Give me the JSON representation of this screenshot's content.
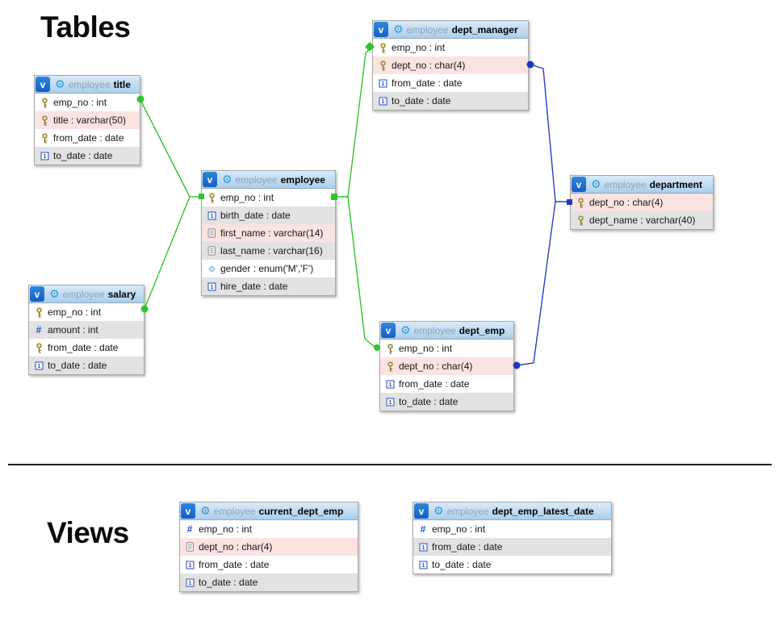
{
  "headings": {
    "tables": "Tables",
    "views": "Views"
  },
  "icons": {
    "badge_v": "v",
    "gear": "⚙",
    "hash": "#",
    "date_one": "1",
    "key_name": "primary-key-icon",
    "date_name": "date-icon",
    "text_name": "text-icon",
    "enum_name": "enum-icon",
    "hash_name": "number-icon"
  },
  "colors": {
    "relationship_green": "#2fc42f",
    "relationship_blue": "#2840c8",
    "badge_blue": "#1b6fd6",
    "header_gradient_top": "#d9ebf9",
    "header_gradient_bottom": "#abceec",
    "row_pink": "#fbe3e1",
    "row_gray": "#e2e2e2",
    "row_white": "#ffffff"
  },
  "tables": [
    {
      "schema": "employee",
      "name": "title",
      "columns": [
        {
          "icon": "key",
          "text": "emp_no : int"
        },
        {
          "icon": "key",
          "text": "title : varchar(50)"
        },
        {
          "icon": "key",
          "text": "from_date : date"
        },
        {
          "icon": "date",
          "text": "to_date : date"
        }
      ]
    },
    {
      "schema": "employee",
      "name": "employee",
      "columns": [
        {
          "icon": "key",
          "text": "emp_no : int"
        },
        {
          "icon": "date",
          "text": "birth_date : date"
        },
        {
          "icon": "text",
          "text": "first_name : varchar(14)"
        },
        {
          "icon": "text",
          "text": "last_name : varchar(16)"
        },
        {
          "icon": "enum",
          "text": "gender : enum('M','F')"
        },
        {
          "icon": "date",
          "text": "hire_date : date"
        }
      ]
    },
    {
      "schema": "employee",
      "name": "salary",
      "columns": [
        {
          "icon": "key",
          "text": "emp_no : int"
        },
        {
          "icon": "hash",
          "text": "amount : int"
        },
        {
          "icon": "key",
          "text": "from_date : date"
        },
        {
          "icon": "date",
          "text": "to_date : date"
        }
      ]
    },
    {
      "schema": "employee",
      "name": "dept_manager",
      "columns": [
        {
          "icon": "key",
          "text": "emp_no : int"
        },
        {
          "icon": "key",
          "text": "dept_no : char(4)"
        },
        {
          "icon": "date",
          "text": "from_date : date"
        },
        {
          "icon": "date",
          "text": "to_date : date"
        }
      ]
    },
    {
      "schema": "employee",
      "name": "dept_emp",
      "columns": [
        {
          "icon": "key",
          "text": "emp_no : int"
        },
        {
          "icon": "key",
          "text": "dept_no : char(4)"
        },
        {
          "icon": "date",
          "text": "from_date : date"
        },
        {
          "icon": "date",
          "text": "to_date : date"
        }
      ]
    },
    {
      "schema": "employee",
      "name": "department",
      "columns": [
        {
          "icon": "key",
          "text": "dept_no : char(4)"
        },
        {
          "icon": "key",
          "text": "dept_name : varchar(40)"
        }
      ]
    }
  ],
  "views": [
    {
      "schema": "employee",
      "name": "current_dept_emp",
      "columns": [
        {
          "icon": "hash",
          "text": "emp_no : int"
        },
        {
          "icon": "text",
          "text": "dept_no : char(4)"
        },
        {
          "icon": "date",
          "text": "from_date : date"
        },
        {
          "icon": "date",
          "text": "to_date : date"
        }
      ]
    },
    {
      "schema": "employee",
      "name": "dept_emp_latest_date",
      "columns": [
        {
          "icon": "hash",
          "text": "emp_no : int"
        },
        {
          "icon": "date",
          "text": "from_date : date"
        },
        {
          "icon": "date",
          "text": "to_date : date"
        }
      ]
    }
  ],
  "relationships": [
    {
      "from": "title.emp_no",
      "to": "employee.emp_no",
      "color": "green"
    },
    {
      "from": "salary.emp_no",
      "to": "employee.emp_no",
      "color": "green"
    },
    {
      "from": "dept_manager.emp_no",
      "to": "employee.emp_no",
      "color": "green"
    },
    {
      "from": "dept_emp.emp_no",
      "to": "employee.emp_no",
      "color": "green"
    },
    {
      "from": "dept_manager.dept_no",
      "to": "department.dept_no",
      "color": "blue"
    },
    {
      "from": "dept_emp.dept_no",
      "to": "department.dept_no",
      "color": "blue"
    }
  ]
}
